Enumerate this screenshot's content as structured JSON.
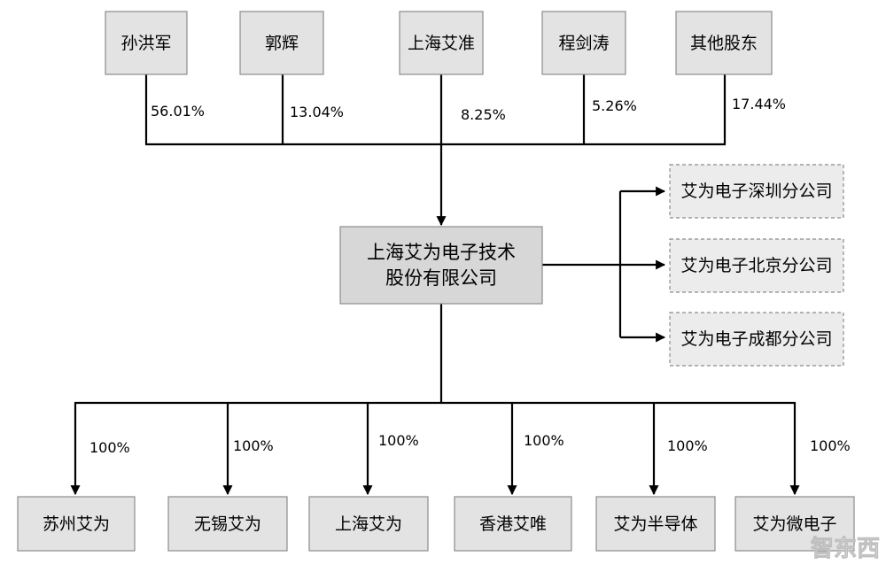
{
  "shareholders": [
    {
      "name": "孙洪军",
      "pct": "56.01%"
    },
    {
      "name": "郭辉",
      "pct": "13.04%"
    },
    {
      "name": "上海艾准",
      "pct": "8.25%"
    },
    {
      "name": "程剑涛",
      "pct": "5.26%"
    },
    {
      "name": "其他股东",
      "pct": "17.44%"
    }
  ],
  "company": {
    "line1": "上海艾为电子技术",
    "line2": "股份有限公司"
  },
  "branches": [
    "艾为电子深圳分公司",
    "艾为电子北京分公司",
    "艾为电子成都分公司"
  ],
  "subsidiaries": [
    {
      "name": "苏州艾为",
      "pct": "100%"
    },
    {
      "name": "无锡艾为",
      "pct": "100%"
    },
    {
      "name": "上海艾为",
      "pct": "100%"
    },
    {
      "name": "香港艾唯",
      "pct": "100%"
    },
    {
      "name": "艾为半导体",
      "pct": "100%"
    },
    {
      "name": "艾为微电子",
      "pct": "100%"
    }
  ],
  "watermark": "智东西"
}
